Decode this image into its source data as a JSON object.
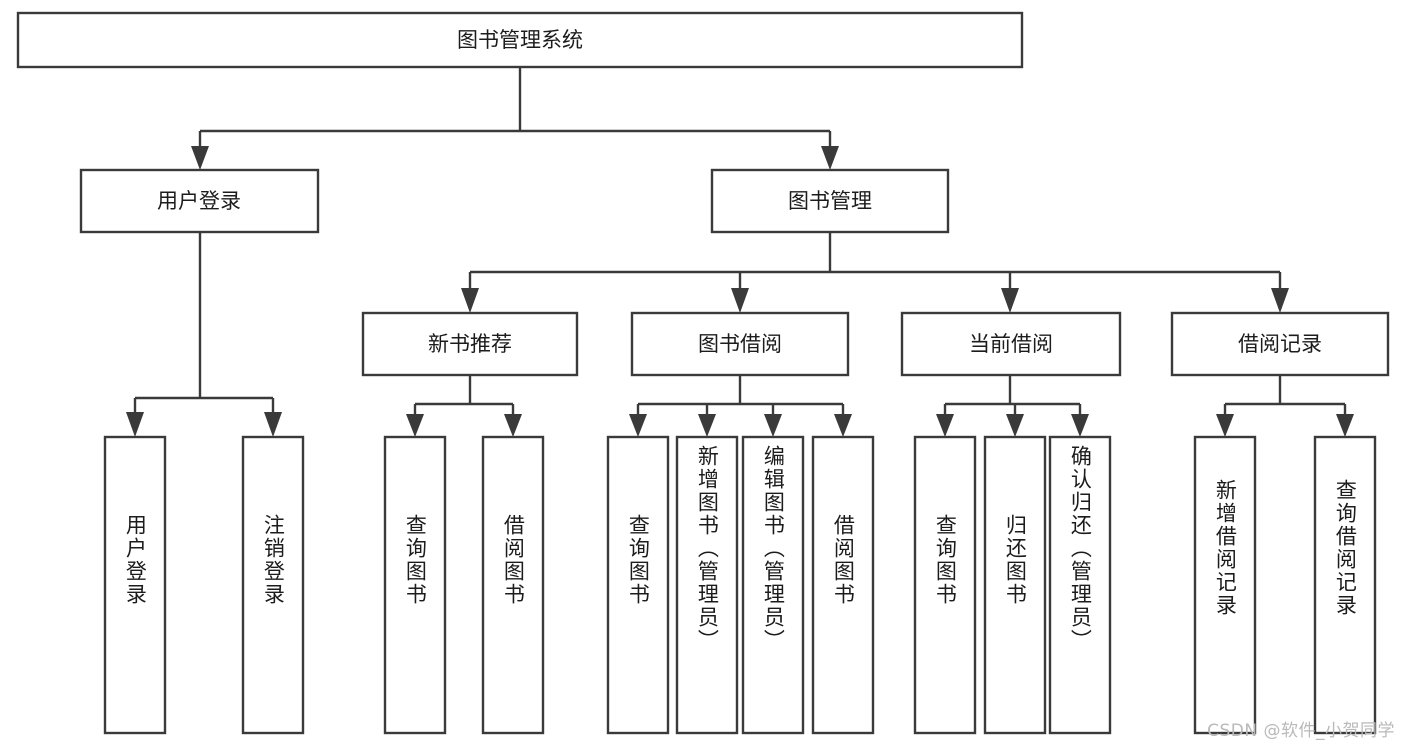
{
  "diagram": {
    "type": "tree",
    "title": "图书管理系统",
    "watermark": "CSDN @软件_小贺同学",
    "root": {
      "id": "root",
      "label": "图书管理系统",
      "orientation": "horizontal"
    },
    "level2": [
      {
        "id": "user-login",
        "label": "用户登录",
        "orientation": "horizontal"
      },
      {
        "id": "book-manage",
        "label": "图书管理",
        "orientation": "horizontal"
      }
    ],
    "level3": [
      {
        "id": "new-book-recommend",
        "label": "新书推荐",
        "parent": "book-manage",
        "orientation": "horizontal"
      },
      {
        "id": "book-borrow",
        "label": "图书借阅",
        "parent": "book-manage",
        "orientation": "horizontal"
      },
      {
        "id": "current-borrow",
        "label": "当前借阅",
        "parent": "book-manage",
        "orientation": "horizontal"
      },
      {
        "id": "borrow-record",
        "label": "借阅记录",
        "parent": "book-manage",
        "orientation": "horizontal"
      }
    ],
    "leaves": [
      {
        "id": "leaf-user-login",
        "label": "用户登录",
        "parent": "user-login",
        "orientation": "vertical"
      },
      {
        "id": "leaf-user-logout",
        "label": "注销登录",
        "parent": "user-login",
        "orientation": "vertical"
      },
      {
        "id": "leaf-query-book-1",
        "label": "查询图书",
        "parent": "new-book-recommend",
        "orientation": "vertical"
      },
      {
        "id": "leaf-borrow-book-1",
        "label": "借阅图书",
        "parent": "new-book-recommend",
        "orientation": "vertical"
      },
      {
        "id": "leaf-query-book-2",
        "label": "查询图书",
        "parent": "book-borrow",
        "orientation": "vertical"
      },
      {
        "id": "leaf-add-book",
        "label": "新增图书（管理员）",
        "parent": "book-borrow",
        "orientation": "vertical"
      },
      {
        "id": "leaf-edit-book",
        "label": "编辑图书（管理员）",
        "parent": "book-borrow",
        "orientation": "vertical"
      },
      {
        "id": "leaf-borrow-book-2",
        "label": "借阅图书",
        "parent": "book-borrow",
        "orientation": "vertical"
      },
      {
        "id": "leaf-query-book-3",
        "label": "查询图书",
        "parent": "current-borrow",
        "orientation": "vertical"
      },
      {
        "id": "leaf-return-book",
        "label": "归还图书",
        "parent": "current-borrow",
        "orientation": "vertical"
      },
      {
        "id": "leaf-confirm-return",
        "label": "确认归还（管理员）",
        "parent": "current-borrow",
        "orientation": "vertical"
      },
      {
        "id": "leaf-add-record",
        "label": "新增借阅记录",
        "parent": "borrow-record",
        "orientation": "vertical"
      },
      {
        "id": "leaf-query-record",
        "label": "查询借阅记录",
        "parent": "borrow-record",
        "orientation": "vertical"
      }
    ],
    "colors": {
      "box_border": "#3a3a3a",
      "box_fill": "#ffffff",
      "line": "#3a3a3a",
      "text": "#1c1c1c",
      "watermark": "#b9b9b9",
      "background": "#ffffff"
    }
  }
}
